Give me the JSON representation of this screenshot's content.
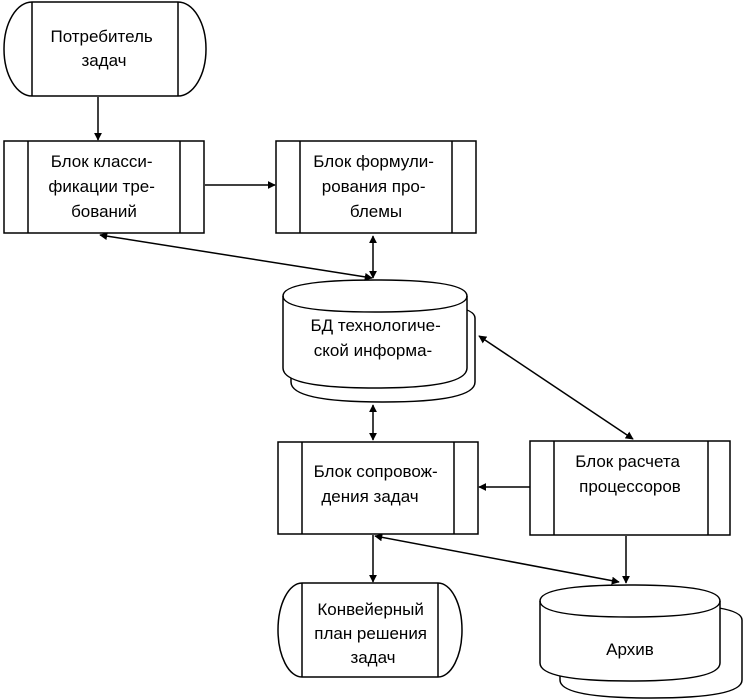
{
  "nodes": {
    "consumer": {
      "lines": [
        "Потребитель",
        "задач"
      ]
    },
    "classification": {
      "lines": [
        "Блок класси-",
        "фикации тре-",
        "бований"
      ]
    },
    "formulation": {
      "lines": [
        "Блок формули-",
        "рования про-",
        "блемы"
      ]
    },
    "database": {
      "lines": [
        "БД технологиче-",
        "ской информа-"
      ]
    },
    "support": {
      "lines": [
        "Блок сопровож-",
        "дения задач"
      ]
    },
    "calculation": {
      "lines": [
        "Блок расчета",
        "процессоров"
      ]
    },
    "plan": {
      "lines": [
        "Конвейерный",
        "план решения",
        "задач"
      ]
    },
    "archive": {
      "lines": [
        "Архив"
      ]
    }
  }
}
